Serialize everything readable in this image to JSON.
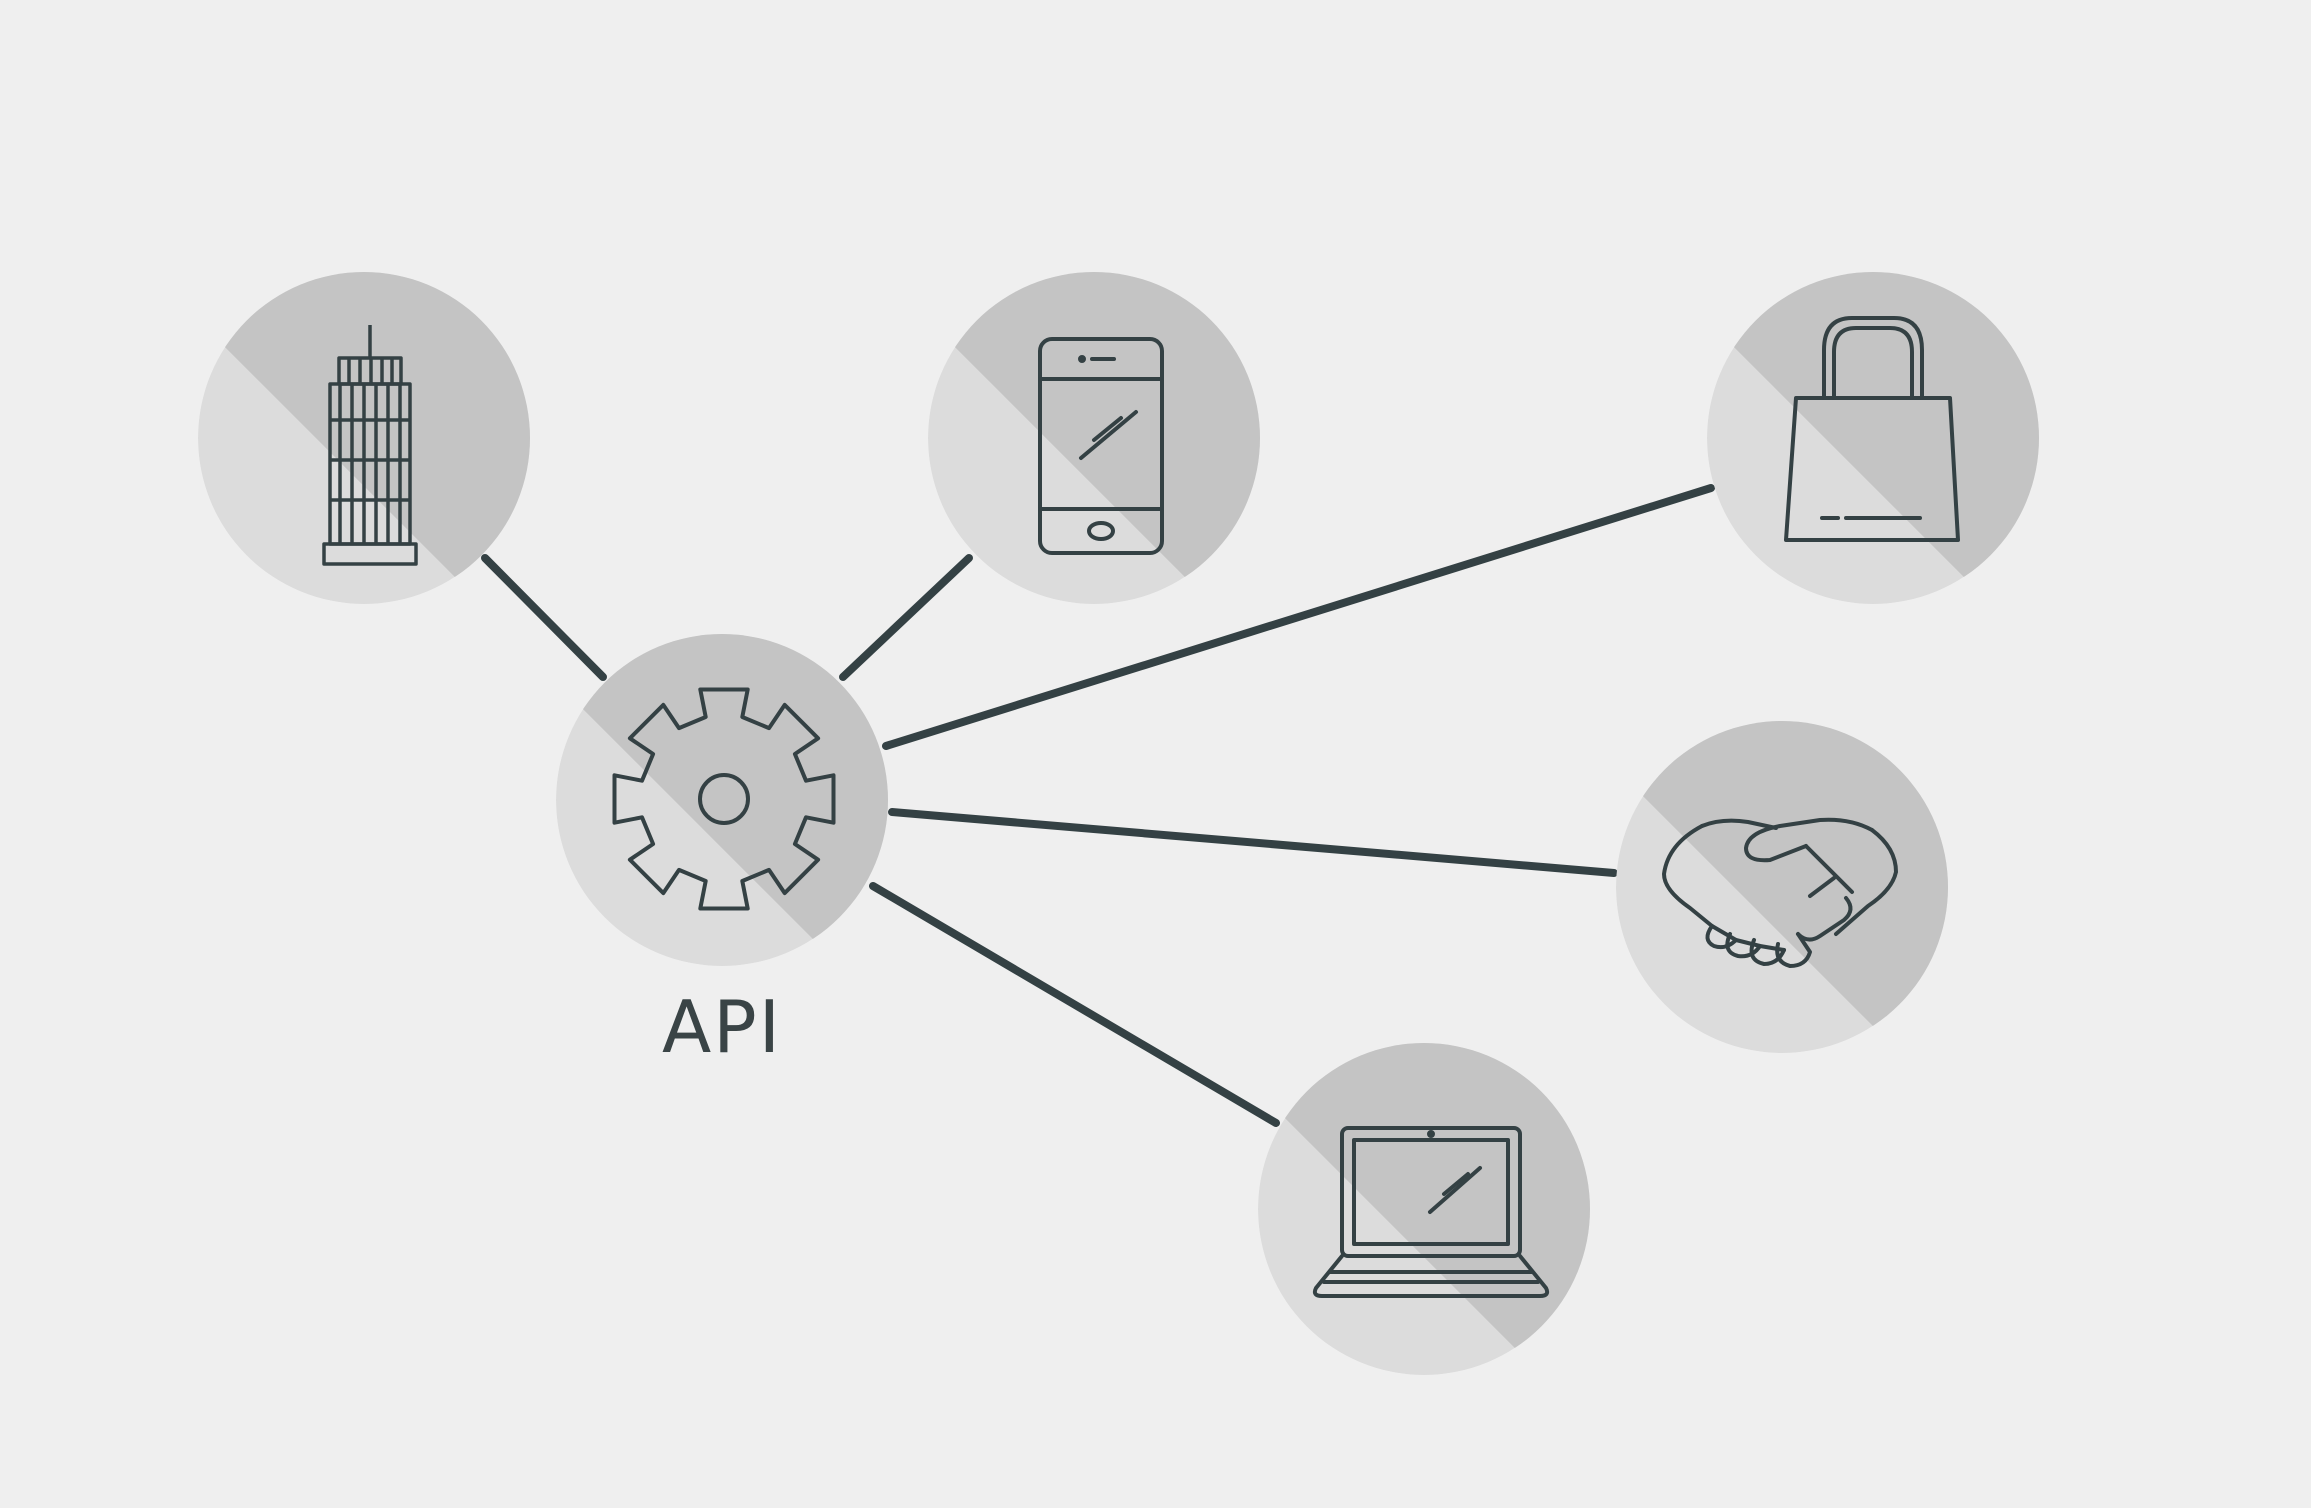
{
  "diagram": {
    "hub": {
      "label": "API",
      "icon": "gear-icon"
    },
    "nodes": [
      {
        "name": "building",
        "icon": "building-icon"
      },
      {
        "name": "smartphone",
        "icon": "smartphone-icon"
      },
      {
        "name": "shopping-bag",
        "icon": "shopping-bag-icon"
      },
      {
        "name": "handshake",
        "icon": "handshake-icon"
      },
      {
        "name": "laptop",
        "icon": "laptop-icon"
      }
    ]
  },
  "colors": {
    "background": "#efefef",
    "circle_light": "#dcdcdc",
    "circle_shade": "#c3c3c3",
    "stroke": "#344144",
    "label": "#3a4446"
  }
}
